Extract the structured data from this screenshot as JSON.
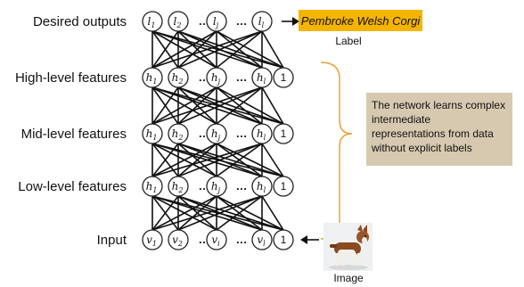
{
  "layers": [
    {
      "label": "Desired outputs",
      "nodes": [
        {
          "v": "l",
          "s": "1"
        },
        {
          "v": "l",
          "s": "2"
        },
        {
          "v": "…"
        },
        {
          "v": "l",
          "s": "j"
        },
        {
          "v": "…"
        },
        {
          "v": "l",
          "s": "l"
        }
      ]
    },
    {
      "label": "High-level features",
      "nodes": [
        {
          "v": "h",
          "s": "1"
        },
        {
          "v": "h",
          "s": "2"
        },
        {
          "v": "…"
        },
        {
          "v": "h",
          "s": "j"
        },
        {
          "v": "…"
        },
        {
          "v": "h",
          "s": "l"
        },
        {
          "v": "1"
        }
      ]
    },
    {
      "label": "Mid-level features",
      "nodes": [
        {
          "v": "h",
          "s": "1"
        },
        {
          "v": "h",
          "s": "2"
        },
        {
          "v": "…"
        },
        {
          "v": "h",
          "s": "j"
        },
        {
          "v": "…"
        },
        {
          "v": "h",
          "s": "l"
        },
        {
          "v": "1"
        }
      ]
    },
    {
      "label": "Low-level features",
      "nodes": [
        {
          "v": "h",
          "s": "1"
        },
        {
          "v": "h",
          "s": "2"
        },
        {
          "v": "…"
        },
        {
          "v": "h",
          "s": "j"
        },
        {
          "v": "…"
        },
        {
          "v": "h",
          "s": "l"
        },
        {
          "v": "1"
        }
      ]
    },
    {
      "label": "Input",
      "nodes": [
        {
          "v": "v",
          "s": "1"
        },
        {
          "v": "v",
          "s": "2"
        },
        {
          "v": "…"
        },
        {
          "v": "v",
          "s": "i"
        },
        {
          "v": "…"
        },
        {
          "v": "v",
          "s": "l"
        },
        {
          "v": "1"
        }
      ]
    }
  ],
  "output_label": "Pembroke Welsh Corgi",
  "output_caption": "Label",
  "note": [
    "The network learns complex",
    "intermediate",
    "representations from data",
    "without explicit labels"
  ],
  "image_caption": "Image",
  "colors": {
    "label_box": "#f5b400",
    "note_box": "#d7c9b0",
    "brace": "#f0a030"
  }
}
